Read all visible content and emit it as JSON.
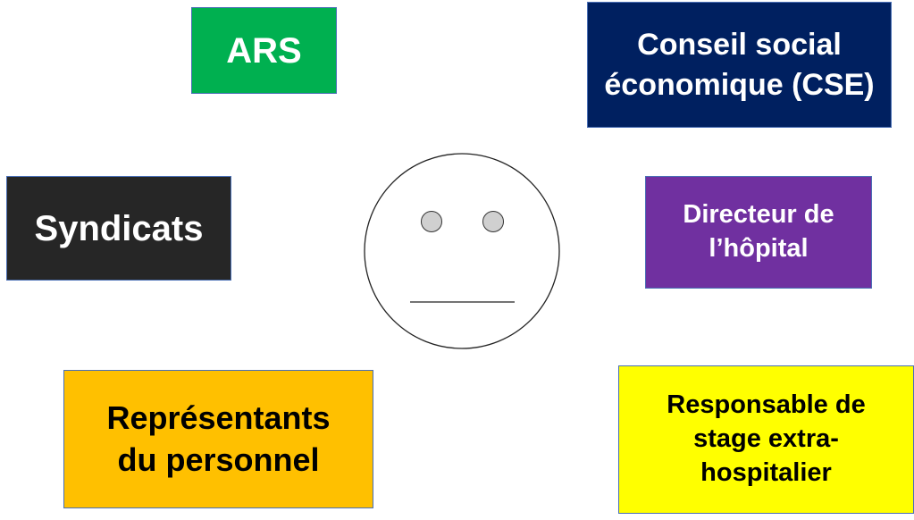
{
  "boxes": {
    "ars": "ARS",
    "cse": "Conseil social\néconomique (CSE)",
    "syndicats": "Syndicats",
    "directeur": "Directeur de\nl’hôpital",
    "representants": "Représentants\ndu personnel",
    "responsable": "Responsable de\nstage extra-\nhospitalier"
  },
  "face": {
    "expression": "neutral",
    "eye_color": "#d0d0d0"
  }
}
